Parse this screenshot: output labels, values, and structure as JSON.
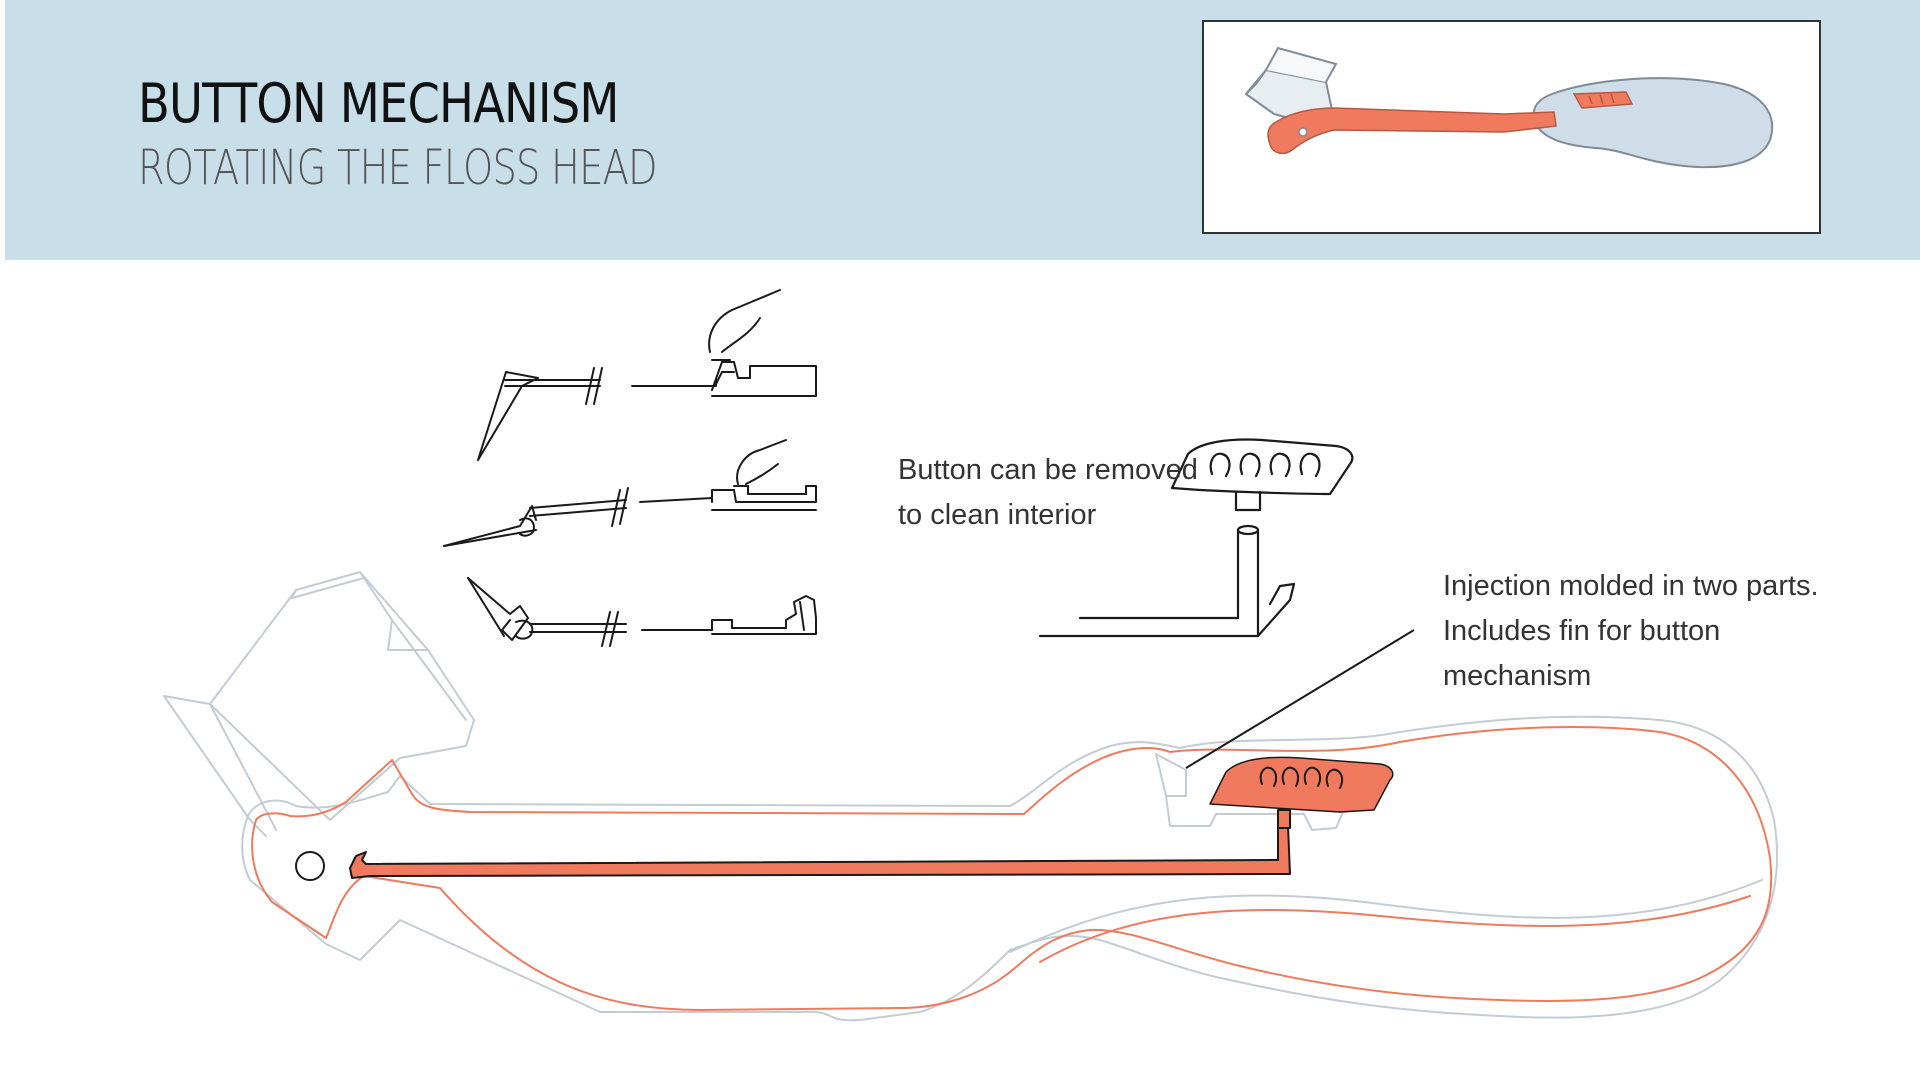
{
  "header": {
    "title": "BUTTON MECHANISM",
    "subtitle": "ROTATING THE FLOSS HEAD"
  },
  "callouts": {
    "button_removable": "Button can be removed to clean interior",
    "injection_molded": "Injection molded in two parts. Includes fin for button mechanism"
  },
  "colors": {
    "header_band": "#c8dfe9",
    "accent": "#ef7a5e",
    "handle_fill": "#cfdde9",
    "line": "#1a1a1a",
    "outline_gray": "#c3ccd4"
  },
  "icons": {
    "thumbnail": "flosser-3d-render",
    "sketches": "button-press-sequence-sketch",
    "button_detail": "button-part-sketch",
    "cutaway": "flosser-cutaway-outline"
  }
}
